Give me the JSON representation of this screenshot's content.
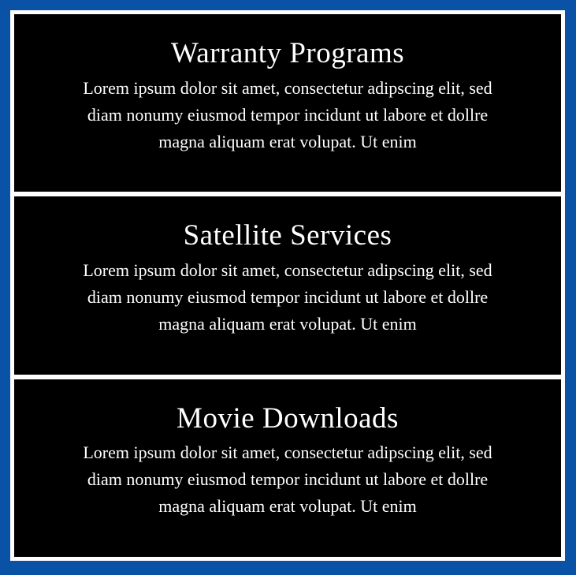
{
  "colors": {
    "background": "#0a52a6",
    "frame": "#ffffff",
    "panel": "#000000",
    "text": "#ffffff"
  },
  "panels": [
    {
      "title": "Warranty Programs",
      "body": "Lorem ipsum dolor sit amet, consectetur adipscing elit, sed diam nonumy eiusmod tempor incidunt ut labore et dollre magna aliquam erat volupat. Ut enim"
    },
    {
      "title": "Satellite Services",
      "body": "Lorem ipsum dolor sit amet, consectetur adipscing elit, sed diam nonumy eiusmod tempor incidunt ut labore et dollre magna aliquam erat volupat. Ut enim"
    },
    {
      "title": "Movie Downloads",
      "body": "Lorem ipsum dolor sit amet, consectetur adipscing elit, sed diam nonumy eiusmod tempor incidunt ut labore et dollre magna aliquam erat volupat. Ut enim"
    }
  ]
}
